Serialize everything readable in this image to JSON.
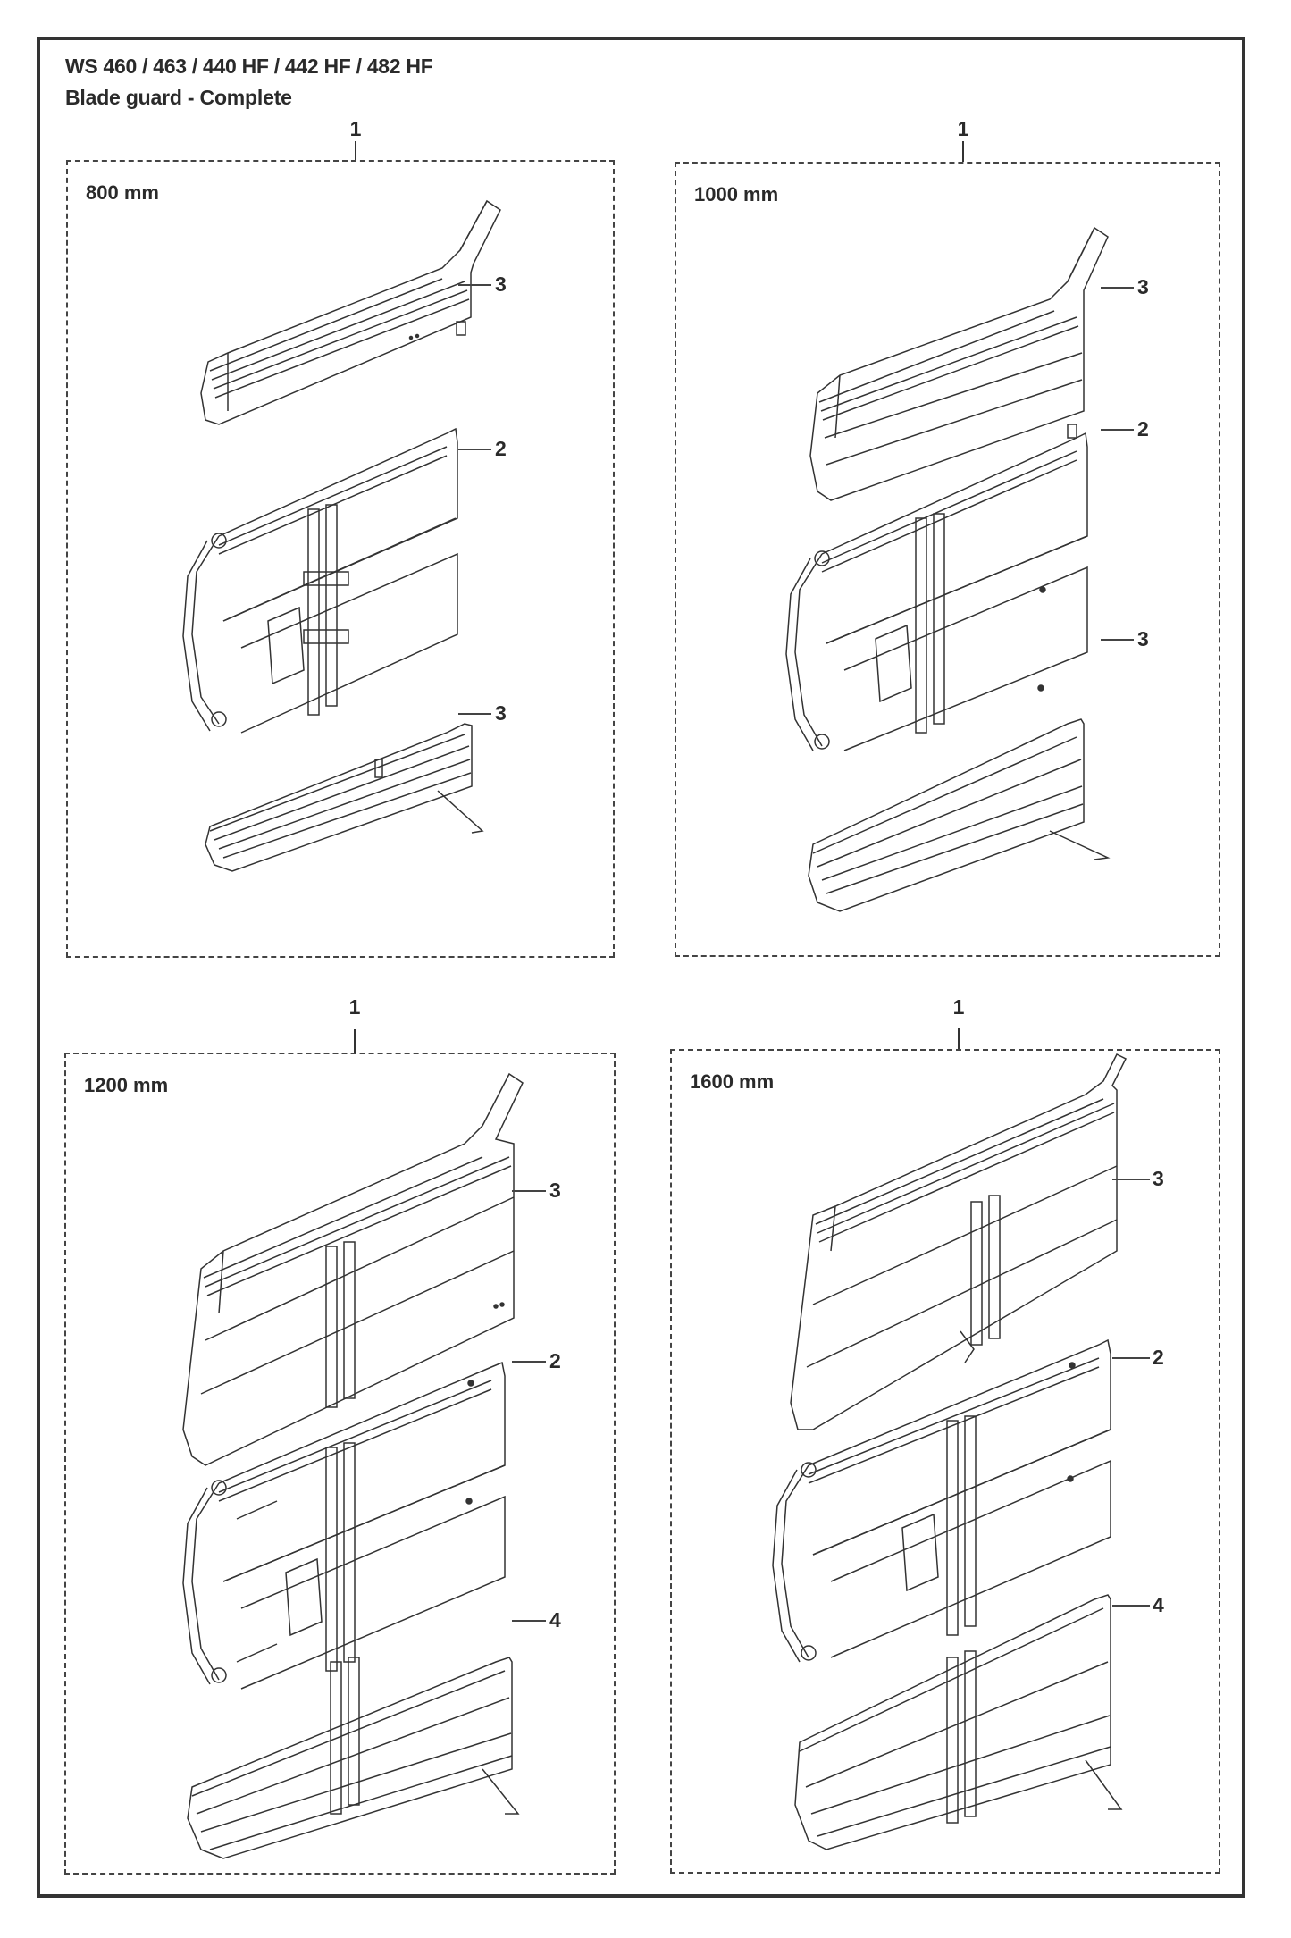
{
  "document": {
    "title": "WS 460 / 463 / 440 HF / 442 HF / 482 HF",
    "subtitle": "Blade guard - Complete"
  },
  "panels": [
    {
      "size_label": "800 mm",
      "position_number": "1",
      "callouts": [
        "3",
        "2",
        "3"
      ]
    },
    {
      "size_label": "1000 mm",
      "position_number": "1",
      "callouts": [
        "3",
        "2",
        "3"
      ]
    },
    {
      "size_label": "1200 mm",
      "position_number": "1",
      "callouts": [
        "3",
        "2",
        "4"
      ]
    },
    {
      "size_label": "1600 mm",
      "position_number": "1",
      "callouts": [
        "3",
        "2",
        "4"
      ]
    }
  ],
  "colors": {
    "line": "#333333",
    "background": "#ffffff"
  }
}
